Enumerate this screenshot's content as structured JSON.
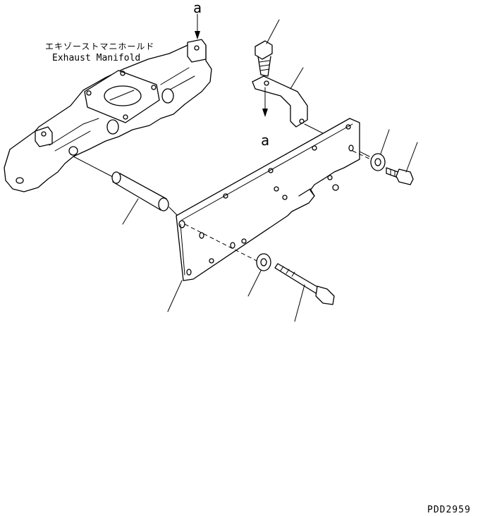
{
  "labels": {
    "view_mark_top": "a",
    "view_mark_bracket": "a",
    "part_name_jp": "エキゾーストマニホールド",
    "part_name_en": "Exhaust Manifold",
    "drawing_number": "PDD2959"
  }
}
